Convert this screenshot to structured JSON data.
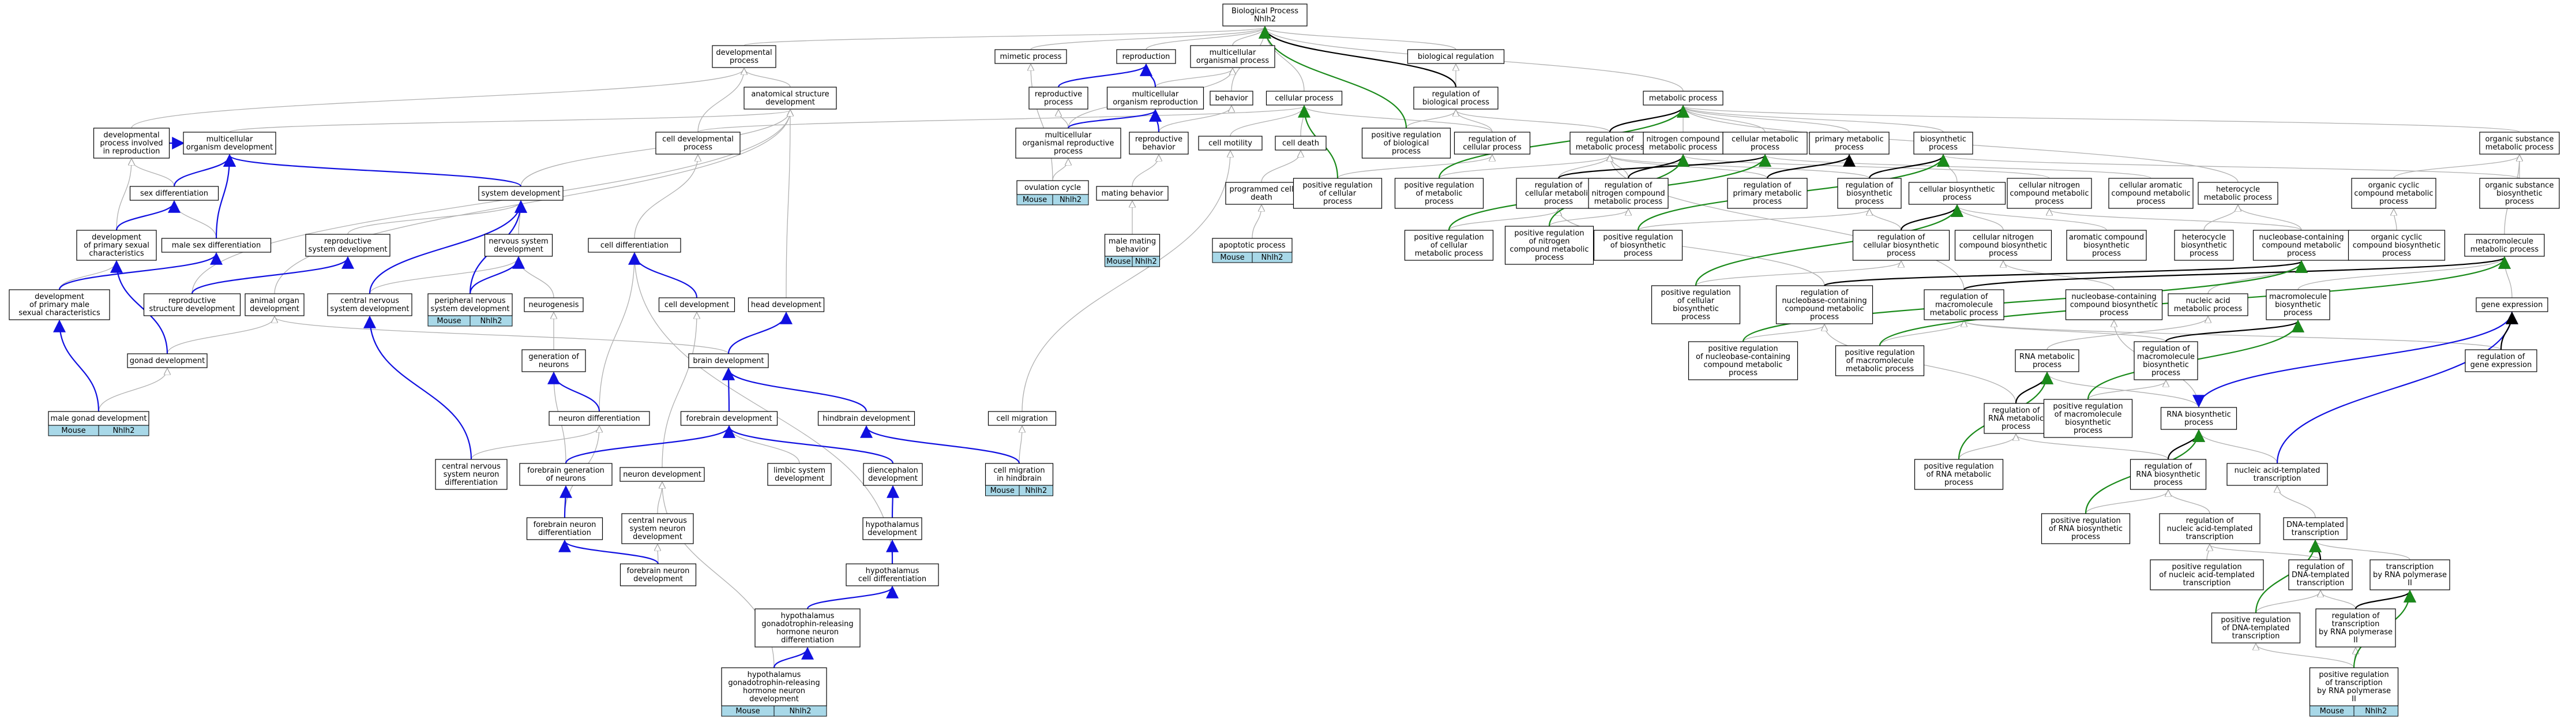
{
  "title": "Biological Process",
  "organisms": [
    "Mouse",
    "Nhlh2"
  ],
  "colors": {
    "is_a": "#b0b0b0",
    "part_of": "#1010e0",
    "regulates": "#000000",
    "pos_regulates": "#1a8a1a",
    "highlight": "#a8d8e8"
  },
  "nodes": {
    "bp": [
      "Biological Process",
      "Nhlh2"
    ],
    "dev_proc": [
      "developmental",
      "process"
    ],
    "mimetic": [
      "mimetic process"
    ],
    "reproduction": [
      "reproduction"
    ],
    "multi_org": [
      "multicellular",
      "organismal process"
    ],
    "bio_reg": [
      "biological regulation"
    ],
    "anat_struct": [
      "anatomical structure",
      "development"
    ],
    "repro_proc": [
      "reproductive",
      "process"
    ],
    "multi_org_repro": [
      "multicellular",
      "organism reproduction"
    ],
    "behavior": [
      "behavior"
    ],
    "cell_proc": [
      "cellular process"
    ],
    "reg_bio": [
      "regulation of",
      "biological process"
    ],
    "metabolic": [
      "metabolic process"
    ],
    "dev_repro": [
      "developmental",
      "process involved",
      "in reproduction"
    ],
    "multi_dev": [
      "multicellular",
      "organism development"
    ],
    "cell_dev_proc": [
      "cell developmental",
      "process"
    ],
    "multi_org_repro_proc": [
      "multicellular",
      "organismal reproductive",
      "process"
    ],
    "repro_behavior": [
      "reproductive",
      "behavior"
    ],
    "cell_motility": [
      "cell motility"
    ],
    "cell_death": [
      "cell death"
    ],
    "pos_reg_bio": [
      "positive regulation",
      "of biological",
      "process"
    ],
    "reg_cell_proc": [
      "regulation of",
      "cellular process"
    ],
    "reg_metab": [
      "regulation of",
      "metabolic process"
    ],
    "nitrogen": [
      "nitrogen compound",
      "metabolic process"
    ],
    "cell_metab": [
      "cellular metabolic",
      "process"
    ],
    "primary_metab": [
      "primary metabolic",
      "process"
    ],
    "biosynth": [
      "biosynthetic",
      "process"
    ],
    "org_subst": [
      "organic substance",
      "metabolic process"
    ],
    "ovulation": [
      "ovulation cycle"
    ],
    "sex_diff": [
      "sex differentiation"
    ],
    "system_dev": [
      "system development"
    ],
    "mating_behavior": [
      "mating behavior"
    ],
    "prog_cell_death": [
      "programmed cell",
      "death"
    ],
    "pos_reg_cell_proc": [
      "positive regulation",
      "of cellular",
      "process"
    ],
    "pos_reg_metab": [
      "positive regulation",
      "of metabolic",
      "process"
    ],
    "reg_cell_metab": [
      "regulation of",
      "cellular metabolic",
      "process"
    ],
    "reg_nitrogen": [
      "regulation of",
      "nitrogen compound",
      "metabolic process"
    ],
    "reg_primary_metab": [
      "regulation of",
      "primary metabolic",
      "process"
    ],
    "reg_biosynth": [
      "regulation of",
      "biosynthetic",
      "process"
    ],
    "cell_biosynth": [
      "cellular biosynthetic",
      "process"
    ],
    "cell_nitro_metab": [
      "cellular nitrogen",
      "compound metabolic",
      "process"
    ],
    "cell_arom": [
      "cellular aromatic",
      "compound metabolic",
      "process"
    ],
    "heterocycle_metab": [
      "heterocycle",
      "metabolic process"
    ],
    "org_cyclic": [
      "organic cyclic",
      "compound metabolic",
      "process"
    ],
    "org_subst_biosynth": [
      "organic substance",
      "biosynthetic",
      "process"
    ],
    "dev_primary_sex": [
      "development",
      "of primary sexual",
      "characteristics"
    ],
    "male_sex_diff": [
      "male sex differentiation"
    ],
    "repro_sys_dev": [
      "reproductive",
      "system development"
    ],
    "nervous_sys_dev": [
      "nervous system",
      "development"
    ],
    "cell_diff": [
      "cell differentiation"
    ],
    "male_mating": [
      "male mating",
      "behavior"
    ],
    "apoptotic": [
      "apoptotic process"
    ],
    "pos_reg_cell_metab": [
      "positive regulation",
      "of cellular",
      "metabolic process"
    ],
    "pos_reg_nitro": [
      "positive regulation",
      "of nitrogen",
      "compound metabolic",
      "process"
    ],
    "pos_reg_biosynth": [
      "positive regulation",
      "of biosynthetic",
      "process"
    ],
    "reg_cell_biosynth": [
      "regulation of",
      "cellular biosynthetic",
      "process"
    ],
    "cell_nitro_biosynth": [
      "cellular nitrogen",
      "compound biosynthetic",
      "process"
    ],
    "arom_biosynth": [
      "aromatic compound",
      "biosynthetic",
      "process"
    ],
    "hetero_biosynth": [
      "heterocycle",
      "biosynthetic",
      "process"
    ],
    "nucleobase_metab": [
      "nucleobase-containing",
      "compound metabolic",
      "process"
    ],
    "org_cyclic_biosynth": [
      "organic cyclic",
      "compound biosynthetic",
      "process"
    ],
    "macromolecule_metab": [
      "macromolecule",
      "metabolic process"
    ],
    "dev_primary_male": [
      "development",
      "of primary male",
      "sexual characteristics"
    ],
    "repro_struct_dev": [
      "reproductive",
      "structure development"
    ],
    "animal_organ": [
      "animal organ",
      "development"
    ],
    "cns_dev": [
      "central nervous",
      "system development"
    ],
    "pns_dev": [
      "peripheral nervous",
      "system development"
    ],
    "neurogenesis": [
      "neurogenesis"
    ],
    "cell_dev": [
      "cell development"
    ],
    "head_dev": [
      "head development"
    ],
    "pos_reg_cell_biosynth": [
      "positive regulation",
      "of cellular",
      "biosynthetic",
      "process"
    ],
    "reg_nucleobase": [
      "regulation of",
      "nucleobase-containing",
      "compound metabolic",
      "process"
    ],
    "reg_macromol_metab": [
      "regulation of",
      "macromolecule",
      "metabolic process"
    ],
    "nucleoside_biosynth": [
      "nucleobase-containing",
      "compound biosynthetic",
      "process"
    ],
    "nucleic_acid_metab": [
      "nucleic acid",
      "metabolic process"
    ],
    "macromol_biosynth": [
      "macromolecule",
      "biosynthetic",
      "process"
    ],
    "gene_expression": [
      "gene expression"
    ],
    "gonad_dev": [
      "gonad development"
    ],
    "gen_neurons": [
      "generation of",
      "neurons"
    ],
    "brain_dev": [
      "brain development"
    ],
    "pos_reg_nucleobase": [
      "positive regulation",
      "of nucleobase-containing",
      "compound metabolic",
      "process"
    ],
    "pos_reg_macromol_metab": [
      "positive regulation",
      "of macromolecule",
      "metabolic process"
    ],
    "reg_macromol_biosynth": [
      "regulation of",
      "macromolecule",
      "biosynthetic",
      "process"
    ],
    "reg_gene_expr": [
      "regulation of",
      "gene expression"
    ],
    "rna_metab": [
      "RNA metabolic",
      "process"
    ],
    "male_gonad_dev": [
      "male gonad development"
    ],
    "neuron_diff": [
      "neuron differentiation"
    ],
    "forebrain_dev": [
      "forebrain development"
    ],
    "hindbrain_dev": [
      "hindbrain development"
    ],
    "cell_migration": [
      "cell migration"
    ],
    "reg_rna_metab": [
      "regulation of",
      "RNA metabolic",
      "process"
    ],
    "pos_reg_macromol_biosynth": [
      "positive regulation",
      "of macromolecule",
      "biosynthetic",
      "process"
    ],
    "rna_biosynth": [
      "RNA biosynthetic",
      "process"
    ],
    "cns_neuron_diff": [
      "central nervous",
      "system neuron",
      "differentiation"
    ],
    "forebrain_gen": [
      "forebrain generation",
      "of neurons"
    ],
    "neuron_dev": [
      "neuron development"
    ],
    "limbic_dev": [
      "limbic system",
      "development"
    ],
    "diencephalon_dev": [
      "diencephalon",
      "development"
    ],
    "cell_mig_hindbrain": [
      "cell migration",
      "in hindbrain"
    ],
    "pos_reg_rna_metab": [
      "positive regulation",
      "of RNA metabolic",
      "process"
    ],
    "reg_rna_biosynth": [
      "regulation of",
      "RNA biosynthetic",
      "process"
    ],
    "nucleic_templ": [
      "nucleic acid-templated",
      "transcription"
    ],
    "forebrain_neuron_diff": [
      "forebrain neuron",
      "differentiation"
    ],
    "cns_neuron_dev": [
      "central nervous",
      "system neuron",
      "development"
    ],
    "hypothalamus_dev": [
      "hypothalamus",
      "development"
    ],
    "pos_reg_rna_biosynth": [
      "positive regulation",
      "of RNA biosynthetic",
      "process"
    ],
    "reg_nucleic_templ": [
      "regulation of",
      "nucleic acid-templated",
      "transcription"
    ],
    "dna_templ": [
      "DNA-templated",
      "transcription"
    ],
    "forebrain_neuron_dev": [
      "forebrain neuron",
      "development"
    ],
    "hypothalamus_cell_diff": [
      "hypothalamus",
      "cell differentiation"
    ],
    "pos_reg_nucleic_templ": [
      "positive regulation",
      "of nucleic acid-templated",
      "transcription"
    ],
    "reg_dna_templ": [
      "regulation of",
      "DNA-templated",
      "transcription"
    ],
    "transcription_pol2": [
      "transcription",
      "by RNA polymerase",
      "II"
    ],
    "hyp_gnrh_diff": [
      "hypothalamus",
      "gonadotrophin-releasing",
      "hormone neuron",
      "differentiation"
    ],
    "pos_reg_dna_templ": [
      "positive regulation",
      "of DNA-templated",
      "transcription"
    ],
    "reg_transcription_pol2": [
      "regulation of",
      "transcription",
      "by RNA polymerase",
      "II"
    ],
    "hyp_gnrh_dev": [
      "hypothalamus",
      "gonadotrophin-releasing",
      "hormone neuron",
      "development"
    ],
    "pos_reg_pol2": [
      "positive regulation",
      "of transcription",
      "by RNA polymerase",
      "II"
    ]
  }
}
